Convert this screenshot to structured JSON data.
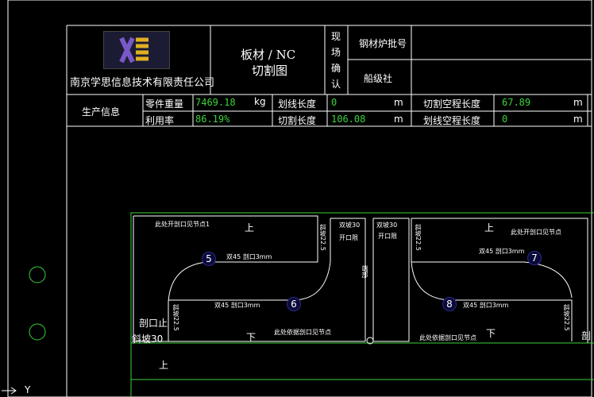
{
  "header": {
    "company": "南京学思信息技术有限责任公司",
    "title_line1": "板材 / NC",
    "title_line2": "切割图",
    "confirm_chars": [
      "现",
      "场",
      "确",
      "认"
    ],
    "steel_batch_label": "钢材炉批号",
    "class_society_label": "船级社"
  },
  "production": {
    "section_label": "生产信息",
    "part_weight_label": "零件重量",
    "part_weight_value": "7469.18",
    "part_weight_unit": "kg",
    "utilization_label": "利用率",
    "utilization_value": "86.19%",
    "mark_length_label": "划线长度",
    "mark_length_value": "0",
    "mark_length_unit": "m",
    "cut_length_label": "切割长度",
    "cut_length_value": "106.08",
    "cut_length_unit": "m",
    "cut_idle_label": "切割空程长度",
    "cut_idle_value": "67.89",
    "cut_idle_unit": "m",
    "mark_idle_label": "划线空程长度",
    "mark_idle_value": "0",
    "mark_idle_unit": "m"
  },
  "drawing": {
    "note_open_cut": "此处开剖口见节点1",
    "up_left": "上",
    "up_right": "上",
    "down_left": "下",
    "down_right": "下",
    "bottom_mark": "上",
    "bevel_a1": "双45 剖口3mm",
    "bevel_b1": "双45 剖口3mm",
    "bevel_a2": "双45 剖口3mm",
    "bevel_b2": "双45 剖口3mm",
    "bevel_v1": "斜坡22.5",
    "bevel_v2": "斜坡22.5",
    "bevel_v3": "斜坡22.5",
    "bevel_v4": "斜坡22.5",
    "bevel_left_label": "剖口止",
    "bevel_left_val": "斜坡30",
    "center_note1": "双坡30",
    "center_note2": "开口限",
    "center_note3": "双坡30",
    "center_note4": "开口限",
    "center_vert": "端部",
    "bottom_note_left": "此处依据剖口见节点",
    "bottom_note_right": "此处依据剖口见节点",
    "top_note_right": "此处开剖口见节点",
    "far_right_mark": "剖",
    "parts": [
      "5",
      "6",
      "7",
      "8"
    ]
  },
  "ucs": {
    "y_label": "Y"
  },
  "colors": {
    "line_white": "#ffffff",
    "line_green": "#3cd23c",
    "part_blue": "#2a2a8a"
  }
}
